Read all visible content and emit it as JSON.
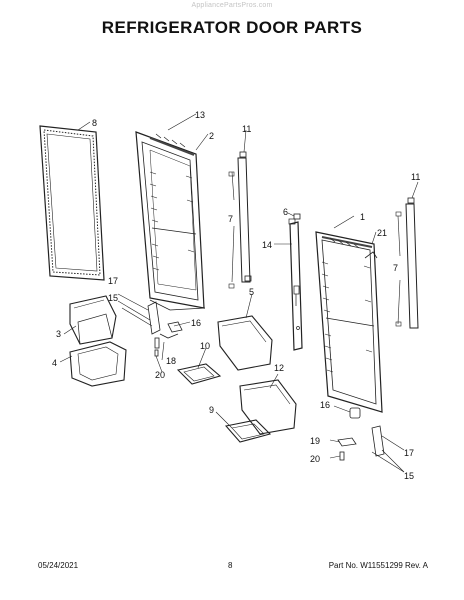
{
  "header": {
    "watermark": "AppliancePartsPros.com",
    "title": "REFRIGERATOR DOOR PARTS"
  },
  "callouts": {
    "c1": "1",
    "c2": "2",
    "c3": "3",
    "c4": "4",
    "c5": "5",
    "c6": "6",
    "c7a": "7",
    "c7b": "7",
    "c8": "8",
    "c9": "9",
    "c10": "10",
    "c11a": "11",
    "c11b": "11",
    "c12": "12",
    "c13": "13",
    "c14": "14",
    "c15a": "15",
    "c15b": "15",
    "c16a": "16",
    "c16b": "16",
    "c17a": "17",
    "c17b": "17",
    "c18": "18",
    "c19": "19",
    "c20a": "20",
    "c20b": "20",
    "c21": "21"
  },
  "footer": {
    "date": "05/24/2021",
    "page": "8",
    "part": "Part No.  W11551299  Rev. A"
  }
}
